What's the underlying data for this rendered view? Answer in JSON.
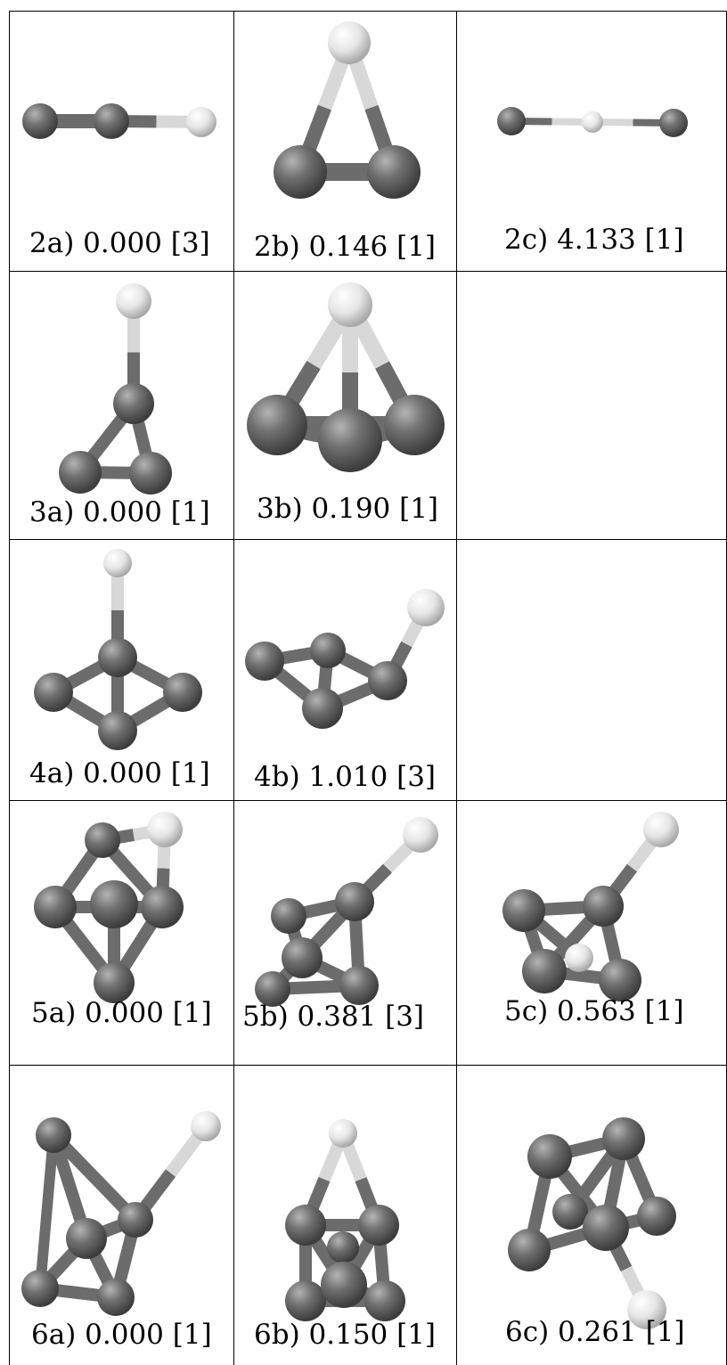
{
  "cells": [
    {
      "id": "2a",
      "label": "2a) 0.000 [3]"
    },
    {
      "id": "2b",
      "label": "2b) 0.146 [1]"
    },
    {
      "id": "2c",
      "label": "2c) 4.133 [1]"
    },
    {
      "id": "3a",
      "label": "3a) 0.000 [1]"
    },
    {
      "id": "3b",
      "label": "3b) 0.190 [1]"
    },
    {
      "id": "3c",
      "label": ""
    },
    {
      "id": "4a",
      "label": "4a) 0.000 [1]"
    },
    {
      "id": "4b",
      "label": "4b) 1.010 [3]"
    },
    {
      "id": "4c",
      "label": ""
    },
    {
      "id": "5a",
      "label": "5a) 0.000 [1]"
    },
    {
      "id": "5b",
      "label": "5b) 0.381 [3]"
    },
    {
      "id": "5c",
      "label": "5c) 0.563 [1]"
    },
    {
      "id": "6a",
      "label": "6a) 0.000 [1]"
    },
    {
      "id": "6b",
      "label": "6b) 0.150 [1]"
    },
    {
      "id": "6c",
      "label": "6c) 0.261 [1]"
    }
  ],
  "colors": {
    "heavy_atom": "#6a6a6a",
    "light_atom": "#e8e8e8",
    "border": "#000000"
  }
}
